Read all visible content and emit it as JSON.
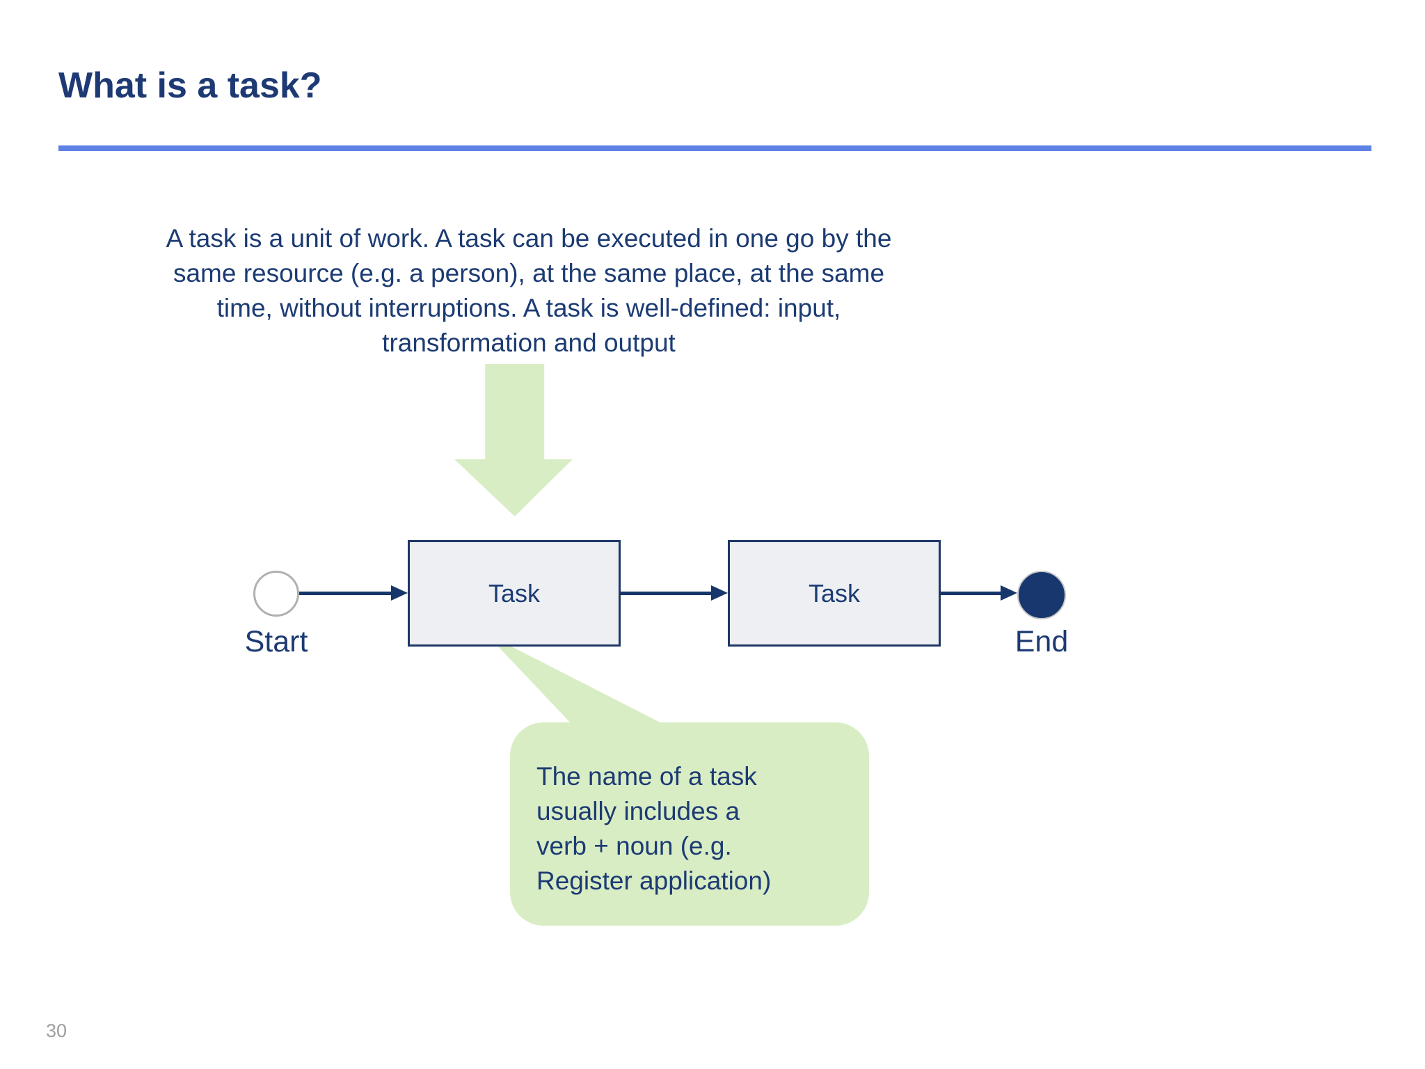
{
  "slide": {
    "title": "What is a task?",
    "page_number": "30"
  },
  "colors": {
    "title_navy": "#1e3a74",
    "text_navy": "#1c3b73",
    "shape_navy": "#17366b",
    "divider_blue": "#5e81e6",
    "callout_green": "#d9edc5",
    "task_box_fill": "#edeff3",
    "start_circle_border": "#b0b0b0",
    "end_circle_fill": "#17376e",
    "page_number_gray": "#9e9e9e"
  },
  "intro": {
    "lines": [
      "A task is a unit of work. A task can be executed in one go by the",
      "same resource (e.g. a person), at the same place, at the same",
      "time, without interruptions. A task is well-defined: input,",
      "transformation and output"
    ]
  },
  "diagram": {
    "start_label": "Start",
    "task1_label": "Task",
    "task2_label": "Task",
    "end_label": "End"
  },
  "callout": {
    "lines": [
      "The name of a task",
      "usually includes a",
      "verb + noun (e.g.",
      "Register application)"
    ]
  }
}
